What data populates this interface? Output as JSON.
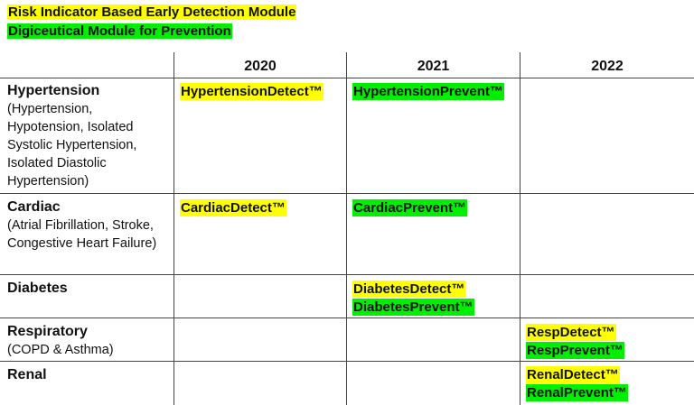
{
  "legend": {
    "detect_label": "Risk Indicator Based Early Detection Module",
    "prevent_label": "Digiceutical Module for Prevention"
  },
  "colors": {
    "detect": "#ffff00",
    "prevent": "#00ee00"
  },
  "years": [
    "2020",
    "2021",
    "2022"
  ],
  "rows": [
    {
      "name": "Hypertension",
      "subtitle": "(Hypertension, Hypotension, Isolated Systolic Hypertension, Isolated Diastolic Hypertension)",
      "cells": {
        "2020": [
          "HypertensionDetect™"
        ],
        "2021": [
          "HypertensionPrevent™"
        ],
        "2022": []
      }
    },
    {
      "name": "Cardiac",
      "subtitle": "(Atrial Fibrillation, Stroke, Congestive Heart Failure)",
      "cells": {
        "2020": [
          "CardiacDetect™"
        ],
        "2021": [
          "CardiacPrevent™"
        ],
        "2022": []
      }
    },
    {
      "name": "Diabetes",
      "subtitle": "",
      "cells": {
        "2020": [],
        "2021": [
          "DiabetesDetect™",
          "DiabetesPrevent™"
        ],
        "2022": []
      }
    },
    {
      "name": "Respiratory",
      "subtitle": "(COPD & Asthma)",
      "cells": {
        "2020": [],
        "2021": [],
        "2022": [
          "RespDetect™",
          "RespPrevent™"
        ]
      }
    },
    {
      "name": "Renal",
      "subtitle": "",
      "cells": {
        "2020": [],
        "2021": [],
        "2022": [
          "RenalDetect™",
          "RenalPrevent™"
        ]
      }
    }
  ]
}
